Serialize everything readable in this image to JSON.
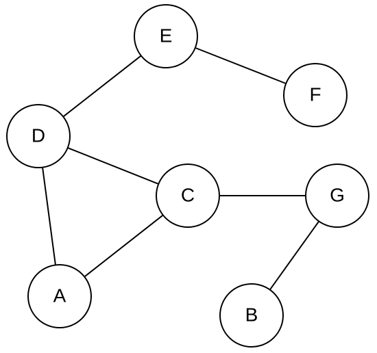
{
  "nodes": [
    {
      "id": "E",
      "label": "E"
    },
    {
      "id": "F",
      "label": "F"
    },
    {
      "id": "D",
      "label": "D"
    },
    {
      "id": "C",
      "label": "C"
    },
    {
      "id": "G",
      "label": "G"
    },
    {
      "id": "A",
      "label": "A"
    },
    {
      "id": "B",
      "label": "B"
    }
  ],
  "edges": [
    {
      "from": "E",
      "to": "F"
    },
    {
      "from": "E",
      "to": "D"
    },
    {
      "from": "D",
      "to": "C"
    },
    {
      "from": "D",
      "to": "A"
    },
    {
      "from": "A",
      "to": "C"
    },
    {
      "from": "C",
      "to": "G"
    },
    {
      "from": "G",
      "to": "B"
    }
  ],
  "colors": {
    "stroke": "#000000",
    "node_fill": "#ffffff",
    "label": "#000000"
  }
}
